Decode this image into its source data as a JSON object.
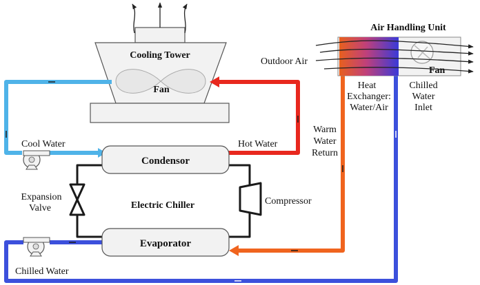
{
  "labels": {
    "cooling_tower": "Cooling Tower",
    "tower_fan": "Fan",
    "cool_water": "Cool Water",
    "hot_water": "Hot Water",
    "condensor": "Condensor",
    "evaporator": "Evaporator",
    "electric_chiller": "Electric Chiller",
    "expansion_valve_line1": "Expansion",
    "expansion_valve_line2": "Valve",
    "compressor": "Compressor",
    "chilled_water": "Chilled Water",
    "air_handling_unit": "Air Handling Unit",
    "outdoor_air": "Outdoor Air",
    "ahu_fan": "Fan",
    "heat_exchanger_line1": "Heat",
    "heat_exchanger_line2": "Exchanger:",
    "heat_exchanger_line3": "Water/Air",
    "chilled_water_inlet_line1": "Chilled",
    "chilled_water_inlet_line2": "Water",
    "chilled_water_inlet_line3": "Inlet",
    "warm_water_return_line1": "Warm",
    "warm_water_return_line2": "Water",
    "warm_water_return_line3": "Return"
  },
  "colors": {
    "cool_water": "#4fb3e8",
    "hot_water": "#e8281e",
    "warm_return": "#f0641e",
    "chilled_water": "#3c50dc",
    "refrigerant": "#1a1a1a",
    "equipment_fill": "#f2f2f2",
    "equipment_stroke": "#555555"
  }
}
